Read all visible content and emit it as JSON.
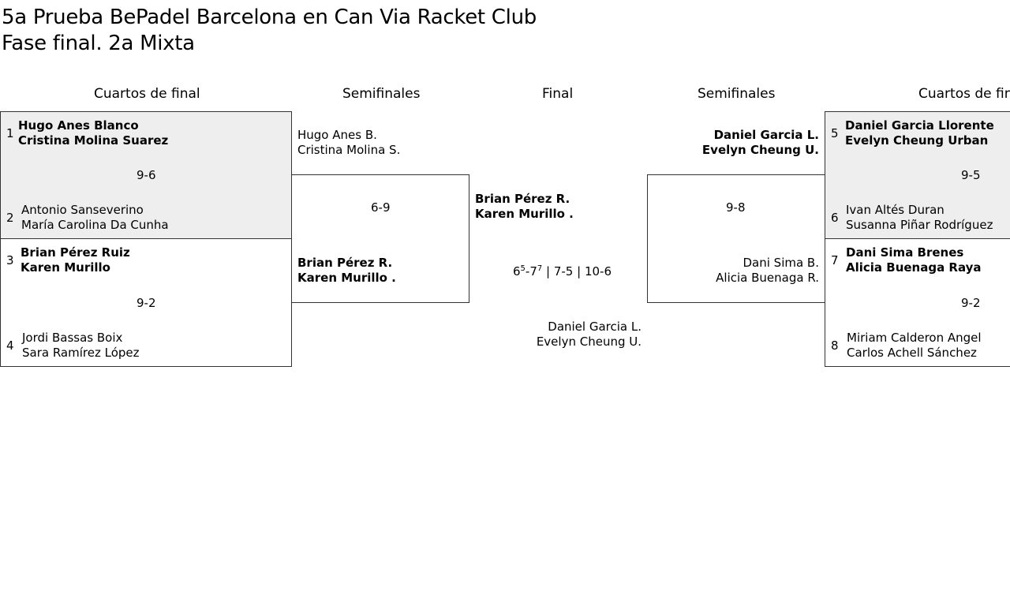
{
  "title": {
    "line1": "5a Prueba BePadel Barcelona en Can Via Racket Club",
    "line2": "Fase final. 2a Mixta"
  },
  "headers": {
    "quarters_left": "Cuartos de final",
    "semis_left": "Semifinales",
    "final": "Final",
    "semis_right": "Semifinales",
    "quarters_right": "Cuartos de fin"
  },
  "quarterfinals": [
    {
      "seed_a": "1",
      "a1": "Hugo Anes Blanco",
      "a2": "Cristina Molina Suarez",
      "score": "9-6",
      "seed_b": "2",
      "b1": "Antonio Sanseverino",
      "b2": "María Carolina Da Cunha"
    },
    {
      "seed_a": "3",
      "a1": "Brian Pérez Ruiz",
      "a2": "Karen Murillo",
      "score": "9-2",
      "seed_b": "4",
      "b1": "Jordi Bassas Boix",
      "b2": "Sara Ramírez López"
    },
    {
      "seed_a": "5",
      "a1": "Daniel Garcia Llorente",
      "a2": "Evelyn Cheung Urban",
      "score": "9-5",
      "seed_b": "6",
      "b1": "Ivan Altés Duran",
      "b2": "Susanna Piñar Rodríguez"
    },
    {
      "seed_a": "7",
      "a1": "Dani Sima Brenes",
      "a2": "Alicia Buenaga Raya",
      "score": "9-2",
      "seed_b": "8",
      "b1": "Miriam Calderon Angel",
      "b2": "Carlos Achell Sánchez"
    }
  ],
  "semifinals": {
    "left": {
      "a1": "Hugo Anes B.",
      "a2": "Cristina Molina S.",
      "score": "6-9",
      "b1": "Brian Pérez R.",
      "b2": "Karen Murillo ."
    },
    "right": {
      "a1": "Daniel Garcia L.",
      "a2": "Evelyn Cheung U.",
      "score": "9-8",
      "b1": "Dani Sima B.",
      "b2": "Alicia Buenaga R."
    }
  },
  "final": {
    "winner1": "Brian Pérez R.",
    "winner2": "Karen Murillo .",
    "set1_a": "6",
    "set1_a_tb": "5",
    "set1_b": "7",
    "set1_b_tb": "7",
    "rest": " | 7-5 | 10-6",
    "runner1": "Daniel Garcia L.",
    "runner2": "Evelyn Cheung U."
  }
}
